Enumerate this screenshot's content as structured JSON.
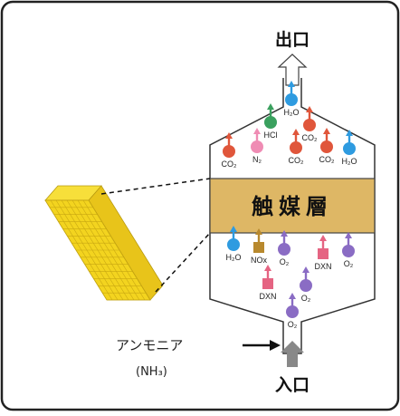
{
  "labels": {
    "outlet": "出口",
    "inlet": "入口",
    "catalyst_layer": "触媒層",
    "ammonia": "アンモニア",
    "ammonia_formula": "(NH₃)"
  },
  "colors": {
    "frame_border": "#222222",
    "catalyst_band": "#deb765",
    "honeycomb": "#f2d21e",
    "water": "#2e9be0",
    "hcl": "#3aa05e",
    "n2": "#ef8cb4",
    "co2": "#e0563b",
    "nox": "#b8892e",
    "o2": "#8a6cc4",
    "dxn": "#e56482",
    "inlet_arrow": "#888888"
  },
  "molecules_above": [
    {
      "label": "H₂O",
      "kind": "water"
    },
    {
      "label": "HCl",
      "kind": "hcl"
    },
    {
      "label": "CO₂",
      "kind": "co2"
    },
    {
      "label": "N₂",
      "kind": "n2"
    },
    {
      "label": "CO₂",
      "kind": "co2"
    },
    {
      "label": "CO₂",
      "kind": "co2"
    },
    {
      "label": "CO₂",
      "kind": "co2"
    },
    {
      "label": "H₂O",
      "kind": "water"
    }
  ],
  "molecules_below": [
    {
      "label": "H₂O",
      "kind": "water"
    },
    {
      "label": "NOx",
      "kind": "nox"
    },
    {
      "label": "O₂",
      "kind": "o2"
    },
    {
      "label": "DXN",
      "kind": "dxn"
    },
    {
      "label": "O₂",
      "kind": "o2"
    },
    {
      "label": "DXN",
      "kind": "dxn"
    },
    {
      "label": "O₂",
      "kind": "o2"
    },
    {
      "label": "O₂",
      "kind": "o2"
    }
  ]
}
